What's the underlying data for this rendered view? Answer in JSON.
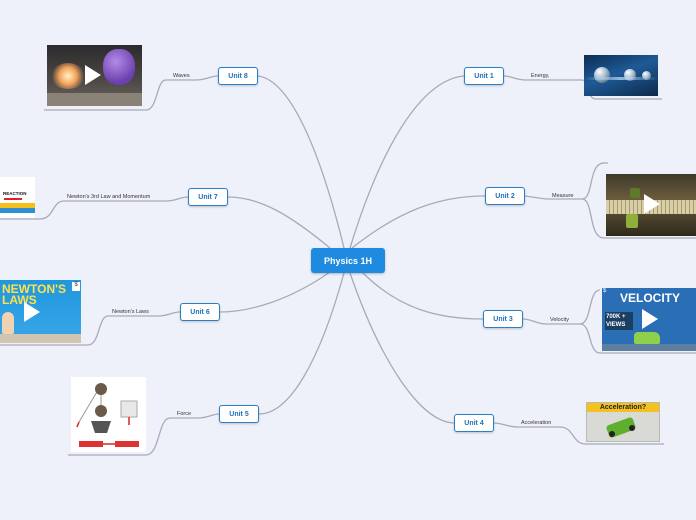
{
  "center": {
    "label": "Physics 1H"
  },
  "units": [
    {
      "label": "Unit 1",
      "topic": "Energy,",
      "icon": "spheres-image"
    },
    {
      "label": "Unit 2",
      "topic": "Measure",
      "icon": "ruler-video-thumbnail"
    },
    {
      "label": "Unit 3",
      "topic": "Velocity",
      "icon": "velocity-video-thumbnail",
      "image_title": "VELOCITY",
      "image_caption": "700K + VIEWS",
      "badge": "$"
    },
    {
      "label": "Unit 4",
      "topic": "Acceleration",
      "icon": "acceleration-car-image",
      "image_title": "Acceleration?"
    },
    {
      "label": "Unit 5",
      "topic": "Force",
      "icon": "force-diagram-image"
    },
    {
      "label": "Unit 6",
      "topic": "Newton's Laws",
      "icon": "newtons-laws-video-thumbnail",
      "image_title": "NEWTON'S LAWS",
      "badge": "$"
    },
    {
      "label": "Unit 7",
      "topic": "Newton's 3rd Law and Momentum",
      "icon": "reaction-image",
      "image_title": "REACTION"
    },
    {
      "label": "Unit 8",
      "topic": "Waves",
      "icon": "waves-video-thumbnail"
    }
  ],
  "colors": {
    "center": "#1e8be0",
    "unit_border": "#2a7fc9",
    "link": "#a7abb7",
    "background": "#eef1fa"
  }
}
